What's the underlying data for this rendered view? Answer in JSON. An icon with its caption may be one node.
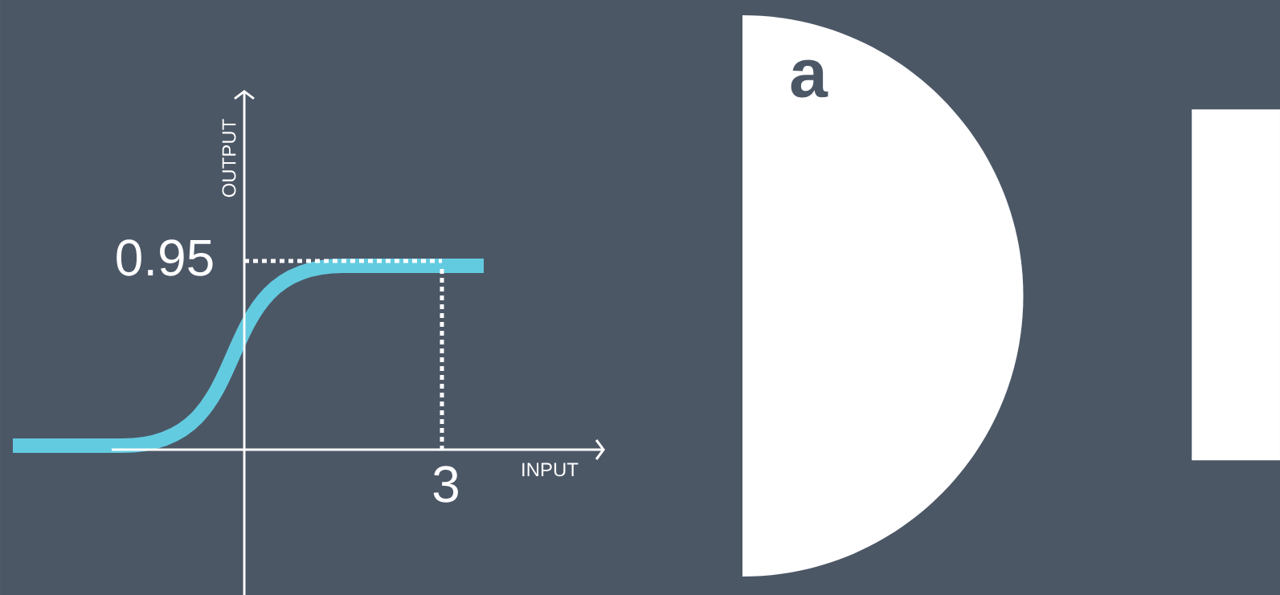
{
  "diagram": {
    "nodes": [
      {
        "text": [
          "a"
        ]
      },
      {
        "text": [],
        "shape": "box"
      }
    ],
    "labels": [
      "OUTPUT",
      "0.95",
      "INPUT",
      "3"
    ]
  }
}
